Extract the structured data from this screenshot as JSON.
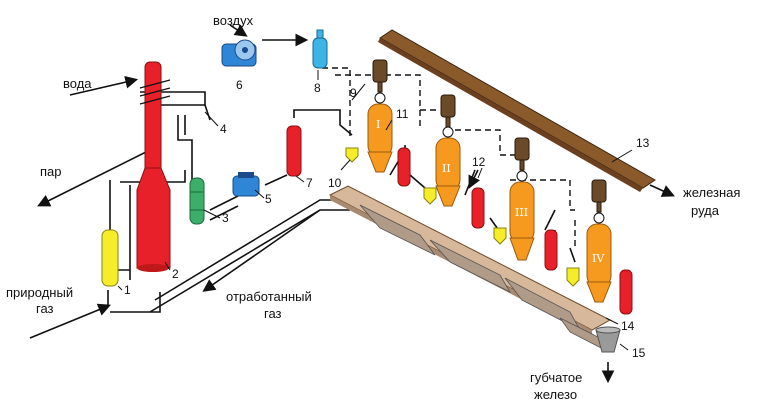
{
  "labels": {
    "air": "воздух",
    "water": "вода",
    "steam": "пар",
    "natural_gas_1": "природный",
    "natural_gas_2": "газ",
    "exhaust_gas_1": "отработанный",
    "exhaust_gas_2": "газ",
    "iron_ore_1": "железная",
    "iron_ore_2": "руда",
    "sponge_iron_1": "губчатое",
    "sponge_iron_2": "железо"
  },
  "numbers": [
    "1",
    "2",
    "3",
    "4",
    "5",
    "6",
    "7",
    "8",
    "9",
    "10",
    "11",
    "12",
    "13",
    "14",
    "15"
  ],
  "reactor_labels": [
    "I",
    "II",
    "III",
    "IV"
  ],
  "colors": {
    "red": "#e8202a",
    "orange": "#f59a1e",
    "yellow": "#f5ec2a",
    "green": "#3cae6a",
    "blue": "#2f86d6",
    "cyan": "#3cb4e6",
    "brown": "#8b5a2b",
    "tan": "#d8b89a",
    "hopper": "#6b4a2a"
  }
}
